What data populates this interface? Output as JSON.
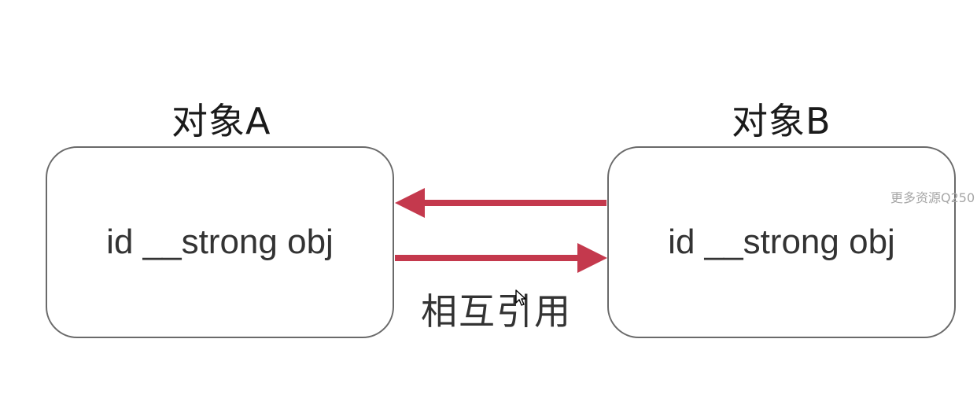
{
  "object_a": {
    "title": "对象A",
    "content": "id __strong obj"
  },
  "object_b": {
    "title": "对象B",
    "content": "id __strong obj"
  },
  "relation": {
    "label": "相互引用"
  },
  "watermark": {
    "text": "更多资源Q250"
  },
  "colors": {
    "arrow": "#c4394d",
    "box_border": "#6a6a6a",
    "text": "#333333"
  },
  "icons": {
    "cursor": "mouse-pointer-icon"
  }
}
